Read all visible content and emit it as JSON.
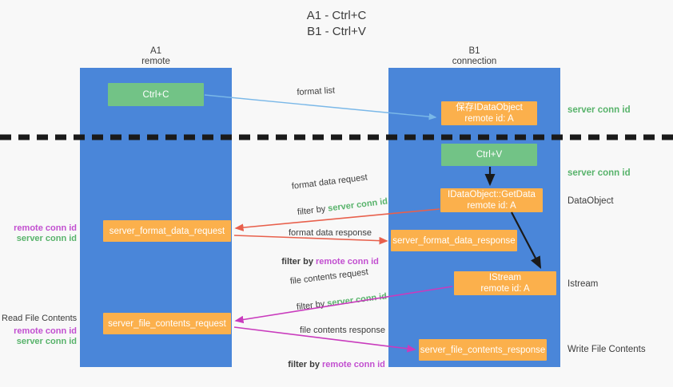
{
  "title": "A1 - Ctrl+C\nB1 - Ctrl+V",
  "colors": {
    "lane": "#4a86d9",
    "green_box": "#72c386",
    "orange_box": "#fbb04c",
    "server_conn": "#58b36b",
    "remote_conn": "#c24fd0",
    "red_arrow": "#e8604c",
    "magenta_arrow": "#c93bbd",
    "blue_arrow": "#7ab8e8",
    "black_arrow": "#1a1a1a",
    "background": "#f8f8f8"
  },
  "lanes": [
    {
      "name": "A1",
      "subtitle": "remote",
      "header": "A1\nremote"
    },
    {
      "name": "B1",
      "subtitle": "connection",
      "header": "B1\nconnection"
    }
  ],
  "boxes": {
    "ctrl_c": {
      "label": "Ctrl+C",
      "color": "green"
    },
    "save_idataobject": {
      "line1": "保存IDataObject",
      "line2": "remote id: A",
      "color": "orange"
    },
    "ctrl_v": {
      "label": "Ctrl+V",
      "color": "green"
    },
    "getdata": {
      "line1": "IDataObject::GetData",
      "line2": "remote id: A",
      "color": "orange"
    },
    "server_format_data_request": {
      "label": "server_format_data_request",
      "color": "orange"
    },
    "server_format_data_response": {
      "label": "server_format_data_response",
      "color": "orange"
    },
    "istream": {
      "line1": "IStream",
      "line2": "remote id: A",
      "color": "orange"
    },
    "server_file_contents_request": {
      "label": "server_file_contents_request",
      "color": "orange"
    },
    "server_file_contents_response": {
      "label": "server_file_contents_response",
      "color": "orange"
    }
  },
  "right_labels": {
    "server_conn_id_top": "server conn id",
    "server_conn_id_mid": "server conn id",
    "dataobject": "DataObject",
    "istream": "Istream",
    "write_file_contents": "Write File Contents"
  },
  "left_labels": {
    "remote_conn_id_1": "remote conn id",
    "server_conn_id_1": "server conn id",
    "read_file_contents": "Read File Contents",
    "remote_conn_id_2": "remote conn id",
    "server_conn_id_2": "server conn id"
  },
  "arrow_labels": {
    "format_list": "format list",
    "format_data_request": "format data request",
    "format_data_request_filter_prefix": "filter by ",
    "format_data_request_filter_value": "server conn id",
    "format_data_response": "format data response",
    "format_data_response_filter_prefix": "filter by ",
    "format_data_response_filter_value": "remote conn id",
    "file_contents_request": "file contents request",
    "file_contents_request_filter_prefix": "filter by ",
    "file_contents_request_filter_value": "server conn id",
    "file_contents_response": "file contents response",
    "file_contents_response_filter_prefix": "filter by ",
    "file_contents_response_filter_value": "remote conn id"
  }
}
